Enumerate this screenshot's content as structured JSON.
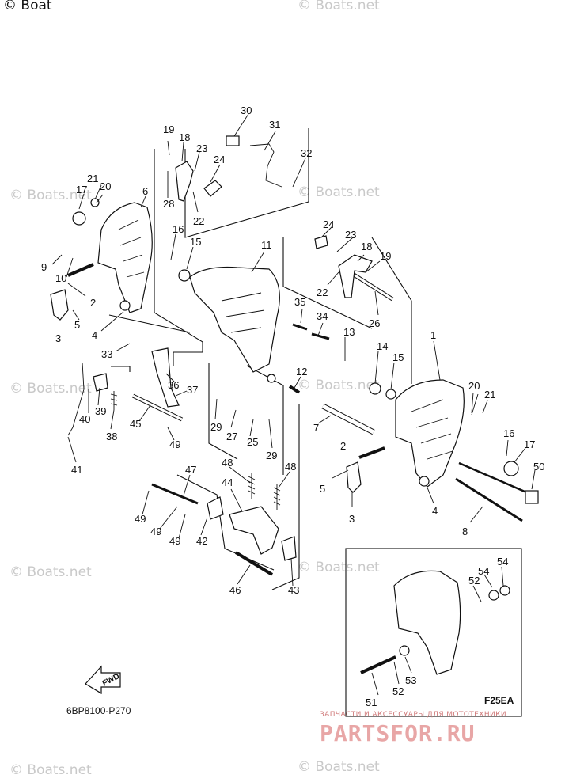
{
  "diagram": {
    "code": "6BP8100-P270",
    "fwd_label": "FWD",
    "inset_model": "F25EA",
    "watermark_text": "© Boats.net",
    "watermark_top": "© Boat",
    "shop_line": "ЗАПЧАСТИ И АКСЕССУАРЫ ДЛЯ МОТОТЕХНИКИ",
    "shop_logo": "PARTSFOR.RU",
    "callouts": [
      "1",
      "2",
      "3",
      "4",
      "5",
      "6",
      "7",
      "8",
      "9",
      "10",
      "11",
      "12",
      "13",
      "14",
      "15",
      "16",
      "17",
      "18",
      "19",
      "20",
      "21",
      "22",
      "23",
      "24",
      "25",
      "26",
      "27",
      "28",
      "29",
      "30",
      "31",
      "32",
      "33",
      "34",
      "35",
      "36",
      "37",
      "38",
      "39",
      "40",
      "41",
      "42",
      "43",
      "44",
      "45",
      "46",
      "47",
      "48",
      "49",
      "50",
      "51",
      "52",
      "53",
      "54"
    ]
  }
}
